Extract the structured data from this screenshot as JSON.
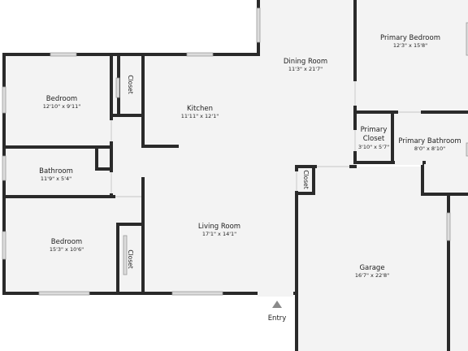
{
  "rooms": {
    "primary_bedroom": {
      "name": "Primary Bedroom",
      "dims": "12'3\" x 15'8\""
    },
    "dining_room": {
      "name": "Dining Room",
      "dims": "11'3\" x 21'7\""
    },
    "bedroom_1": {
      "name": "Bedroom",
      "dims": "12'10\" x 9'11\""
    },
    "kitchen": {
      "name": "Kitchen",
      "dims": "11'11\" x 12'1\""
    },
    "bathroom": {
      "name": "Bathroom",
      "dims": "11'9\" x 5'4\""
    },
    "primary_closet": {
      "name_line1": "Primary",
      "name_line2": "Closet",
      "dims": "3'10\" x 5'7\""
    },
    "primary_bathroom": {
      "name": "Primary Bathroom",
      "dims": "8'0\" x 8'10\""
    },
    "living_room": {
      "name": "Living Room",
      "dims": "17'1\" x 14'1\""
    },
    "bedroom_2": {
      "name": "Bedroom",
      "dims": "15'3\" x 10'6\""
    },
    "garage": {
      "name": "Garage",
      "dims": "16'7\" x 22'8\""
    }
  },
  "closets": {
    "bedroom1_closet": "Closet",
    "hall_closet": "Closet",
    "bedroom2_closet": "Closet"
  },
  "entry_label": "Entry"
}
